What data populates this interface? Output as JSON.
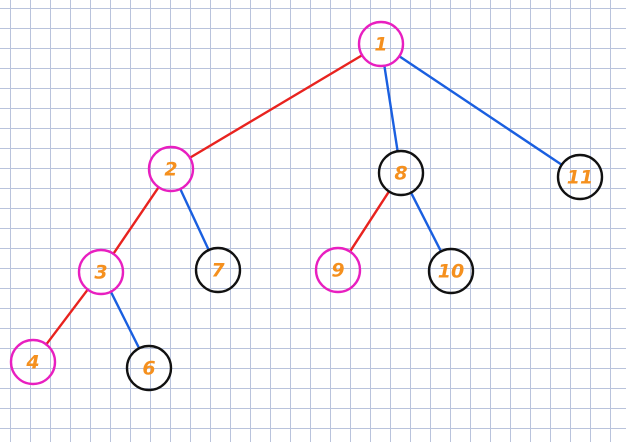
{
  "colors": {
    "heavy_edge": "#e8231f",
    "light_edge": "#1a5fe0",
    "heavy_node": "#e81fc0",
    "light_node": "#111111",
    "label": "#f5901e",
    "grid": "#b9c3dc"
  },
  "nodes": [
    {
      "id": "1",
      "label": "1",
      "style": "heavy"
    },
    {
      "id": "2",
      "label": "2",
      "style": "heavy"
    },
    {
      "id": "8",
      "label": "8",
      "style": "light"
    },
    {
      "id": "11",
      "label": "11",
      "style": "light"
    },
    {
      "id": "3",
      "label": "3",
      "style": "heavy"
    },
    {
      "id": "7",
      "label": "7",
      "style": "light"
    },
    {
      "id": "9",
      "label": "9",
      "style": "heavy"
    },
    {
      "id": "10",
      "label": "10",
      "style": "light"
    },
    {
      "id": "4",
      "label": "4",
      "style": "heavy"
    },
    {
      "id": "6",
      "label": "6",
      "style": "light"
    }
  ],
  "edges": [
    {
      "from": "1",
      "to": "2",
      "style": "heavy"
    },
    {
      "from": "1",
      "to": "8",
      "style": "light"
    },
    {
      "from": "1",
      "to": "11",
      "style": "light"
    },
    {
      "from": "2",
      "to": "3",
      "style": "heavy"
    },
    {
      "from": "2",
      "to": "7",
      "style": "light"
    },
    {
      "from": "8",
      "to": "9",
      "style": "heavy"
    },
    {
      "from": "8",
      "to": "10",
      "style": "light"
    },
    {
      "from": "3",
      "to": "4",
      "style": "heavy"
    },
    {
      "from": "3",
      "to": "6",
      "style": "light"
    }
  ]
}
